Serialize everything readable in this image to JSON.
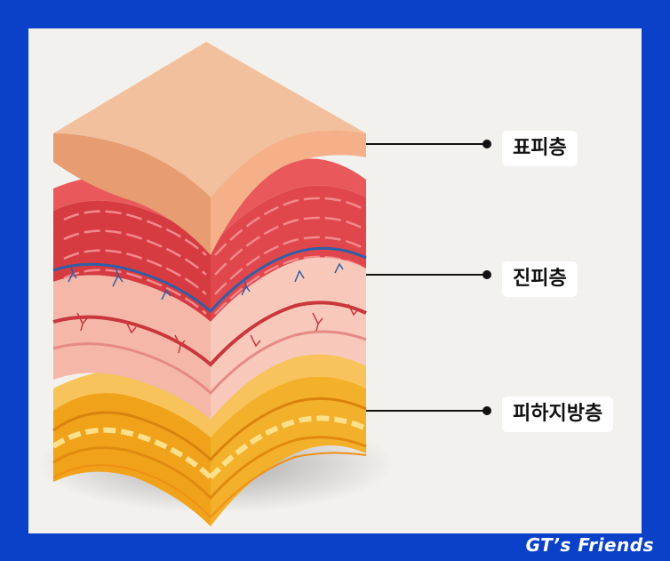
{
  "labels": {
    "epidermis": "표피층",
    "dermis": "진피층",
    "subcutaneous": "피하지방층"
  },
  "watermark": "GT’s Friends",
  "colors": {
    "frame": "#0a41c8",
    "background": "#f3f1ee",
    "epidermis": "#f2c09c",
    "dermis": "#e0454a",
    "dermis_lower": "#f6bcae",
    "vein": "#2e5fa8",
    "fat": "#f3a51c",
    "leader_line": "#111111"
  }
}
